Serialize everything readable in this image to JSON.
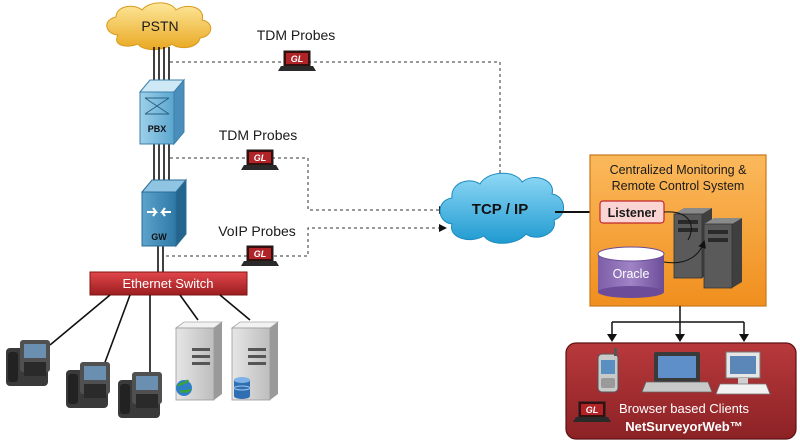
{
  "nodes": {
    "pstn": "PSTN",
    "pbx": "PBX",
    "gw": "GW",
    "tcp_ip": "TCP / IP",
    "ethernet_switch": "Ethernet Switch",
    "listener": "Listener",
    "oracle": "Oracle"
  },
  "probes": {
    "tdm_top": "TDM Probes",
    "tdm_mid": "TDM Probes",
    "voip": "VoIP Probes",
    "badge": "GL"
  },
  "monitoring_system": {
    "line1": "Centralized Monitoring &",
    "line2": "Remote Control System"
  },
  "clients": {
    "label": "Browser based Clients",
    "product": "NetSurveyorWeb™",
    "badge": "GL"
  },
  "colors": {
    "cloud_pstn": "#f2c037",
    "cloud_tcp": "#3db6e6",
    "switch_red": "#c0282a",
    "monitor_orange": "#f7a23a",
    "clients_maroon": "#a52c2f",
    "device_blue": "#3f86b3"
  }
}
